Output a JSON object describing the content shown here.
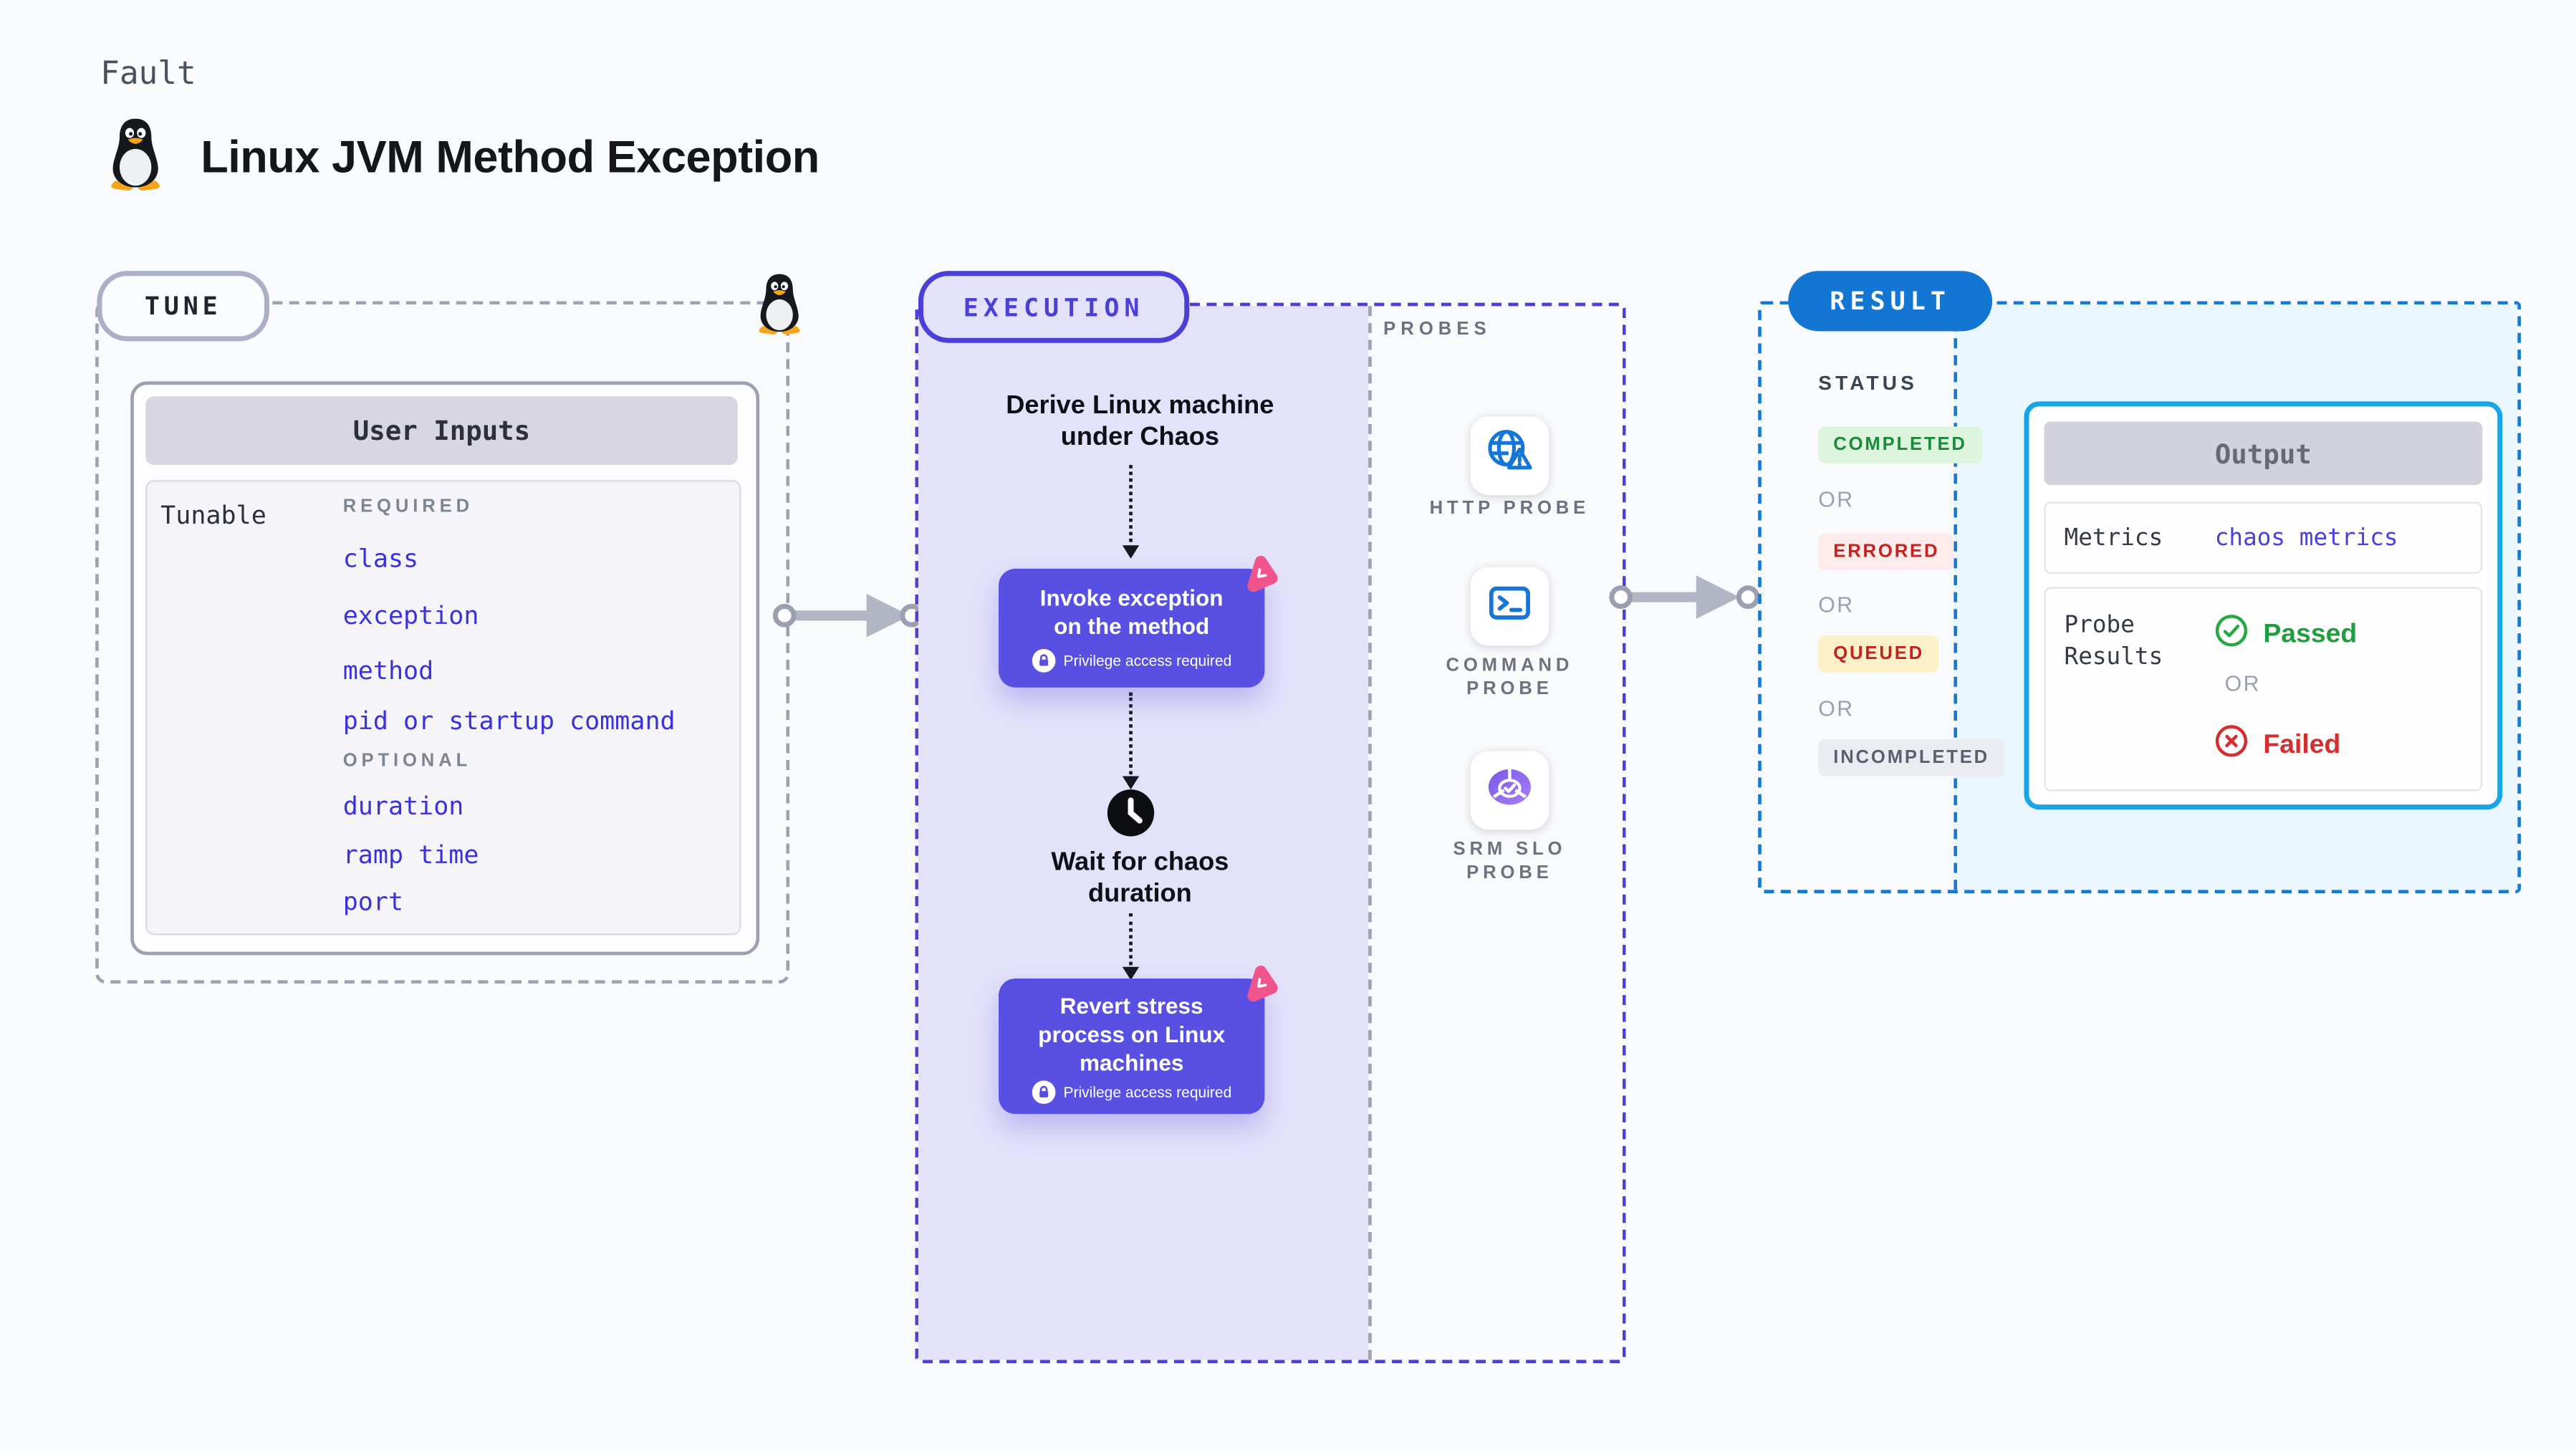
{
  "header": {
    "eyebrow": "Fault",
    "title": "Linux JVM Method Exception",
    "icon": "tux-penguin"
  },
  "tune": {
    "label": "TUNE",
    "user_inputs": {
      "title": "User Inputs",
      "row_label": "Tunable",
      "link_color": "#3a31de",
      "groups": [
        {
          "label": "REQUIRED",
          "items": [
            "class",
            "exception",
            "method",
            "pid or startup command"
          ]
        },
        {
          "label": "OPTIONAL",
          "items": [
            "duration",
            "ramp time",
            "port"
          ]
        }
      ]
    }
  },
  "execution": {
    "label": "EXECUTION",
    "accent": "#4a3fd6",
    "fill": "#e4e2fa",
    "node_color": "#5850e2",
    "steps": {
      "derive": {
        "line1": "Derive Linux machine",
        "line2": "under Chaos"
      },
      "invoke": {
        "line1": "Invoke exception",
        "line2": "on the method",
        "note": "Privilege access required"
      },
      "wait": {
        "line1": "Wait for chaos",
        "line2": "duration"
      },
      "revert": {
        "line1": "Revert stress",
        "line2": "process on Linux",
        "line3": "machines",
        "note": "Privilege access required"
      }
    },
    "probes": {
      "label": "PROBES",
      "items": [
        {
          "name": "http-probe",
          "icon": "globe-alert-icon",
          "line1": "HTTP PROBE",
          "line2": ""
        },
        {
          "name": "command-probe",
          "icon": "terminal-icon",
          "line1": "COMMAND",
          "line2": "PROBE"
        },
        {
          "name": "srm-slo-probe",
          "icon": "slo-donut-icon",
          "line1": "SRM SLO",
          "line2": "PROBE"
        }
      ]
    }
  },
  "result": {
    "label": "RESULT",
    "accent": "#1878d2",
    "fill": "#e9f6fd",
    "status": {
      "heading": "STATUS",
      "separator": "OR",
      "badges": [
        {
          "text": "COMPLETED",
          "bg": "#ddf4dd",
          "color": "#1b8a3a"
        },
        {
          "text": "ERRORED",
          "bg": "#fdeceb",
          "color": "#c5221f"
        },
        {
          "text": "QUEUED",
          "bg": "#fcf0c8",
          "color": "#c5221f"
        },
        {
          "text": "INCOMPLETED",
          "bg": "#ebecf1",
          "color": "#596070"
        }
      ]
    },
    "output": {
      "title": "Output",
      "border": "#18a5e8",
      "metrics_label": "Metrics",
      "metrics_value": "chaos metrics",
      "metrics_value_color": "#4a3fe0",
      "probe_results_line1": "Probe",
      "probe_results_line2": "Results",
      "passed": {
        "text": "Passed",
        "color": "#1e9e3e"
      },
      "separator": "OR",
      "failed": {
        "text": "Failed",
        "color": "#d32f2f"
      }
    }
  }
}
